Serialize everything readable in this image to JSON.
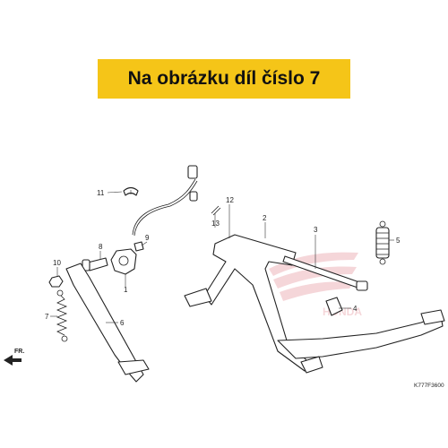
{
  "banner": {
    "text": "Na obrázku díl číslo 7",
    "color": "#f5c518"
  },
  "diagram": {
    "code": "K777F3600",
    "direction_label": "FR.",
    "watermark": "HONDA",
    "callouts": {
      "c1": "1",
      "c2": "2",
      "c3": "3",
      "c4": "4",
      "c5": "5",
      "c6": "6",
      "c7": "7",
      "c8": "8",
      "c9": "9",
      "c10": "10",
      "c11": "11",
      "c12": "12",
      "c13": "13"
    }
  }
}
